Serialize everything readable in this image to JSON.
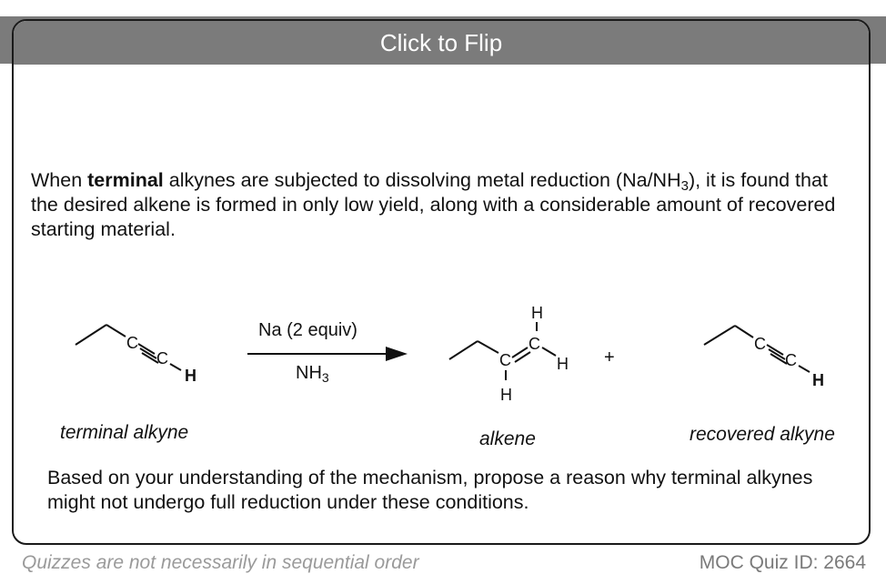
{
  "card": {
    "flip_label": "Click to Flip",
    "question": {
      "pre": "When ",
      "bold": "terminal",
      "mid": " alkynes are subjected to dissolving metal reduction (Na/NH",
      "sub": "3",
      "post": "), it is found that the desired alkene is formed in only low yield, along with a considerable amount of recovered starting material."
    },
    "scheme": {
      "reagent_top": "Na (2 equiv)",
      "reagent_bottom_base": "NH",
      "reagent_bottom_sub": "3",
      "plus": "+",
      "captions": {
        "start": "terminal alkyne",
        "product": "alkene",
        "recovered": "recovered alkyne"
      }
    },
    "prompt": "Based on your understanding of the mechanism, propose a reason why terminal alkynes might not undergo full reduction under these conditions."
  },
  "footer": {
    "note": "Quizzes are not necessarily in sequential order",
    "quiz_id": "MOC Quiz ID: 2664"
  }
}
